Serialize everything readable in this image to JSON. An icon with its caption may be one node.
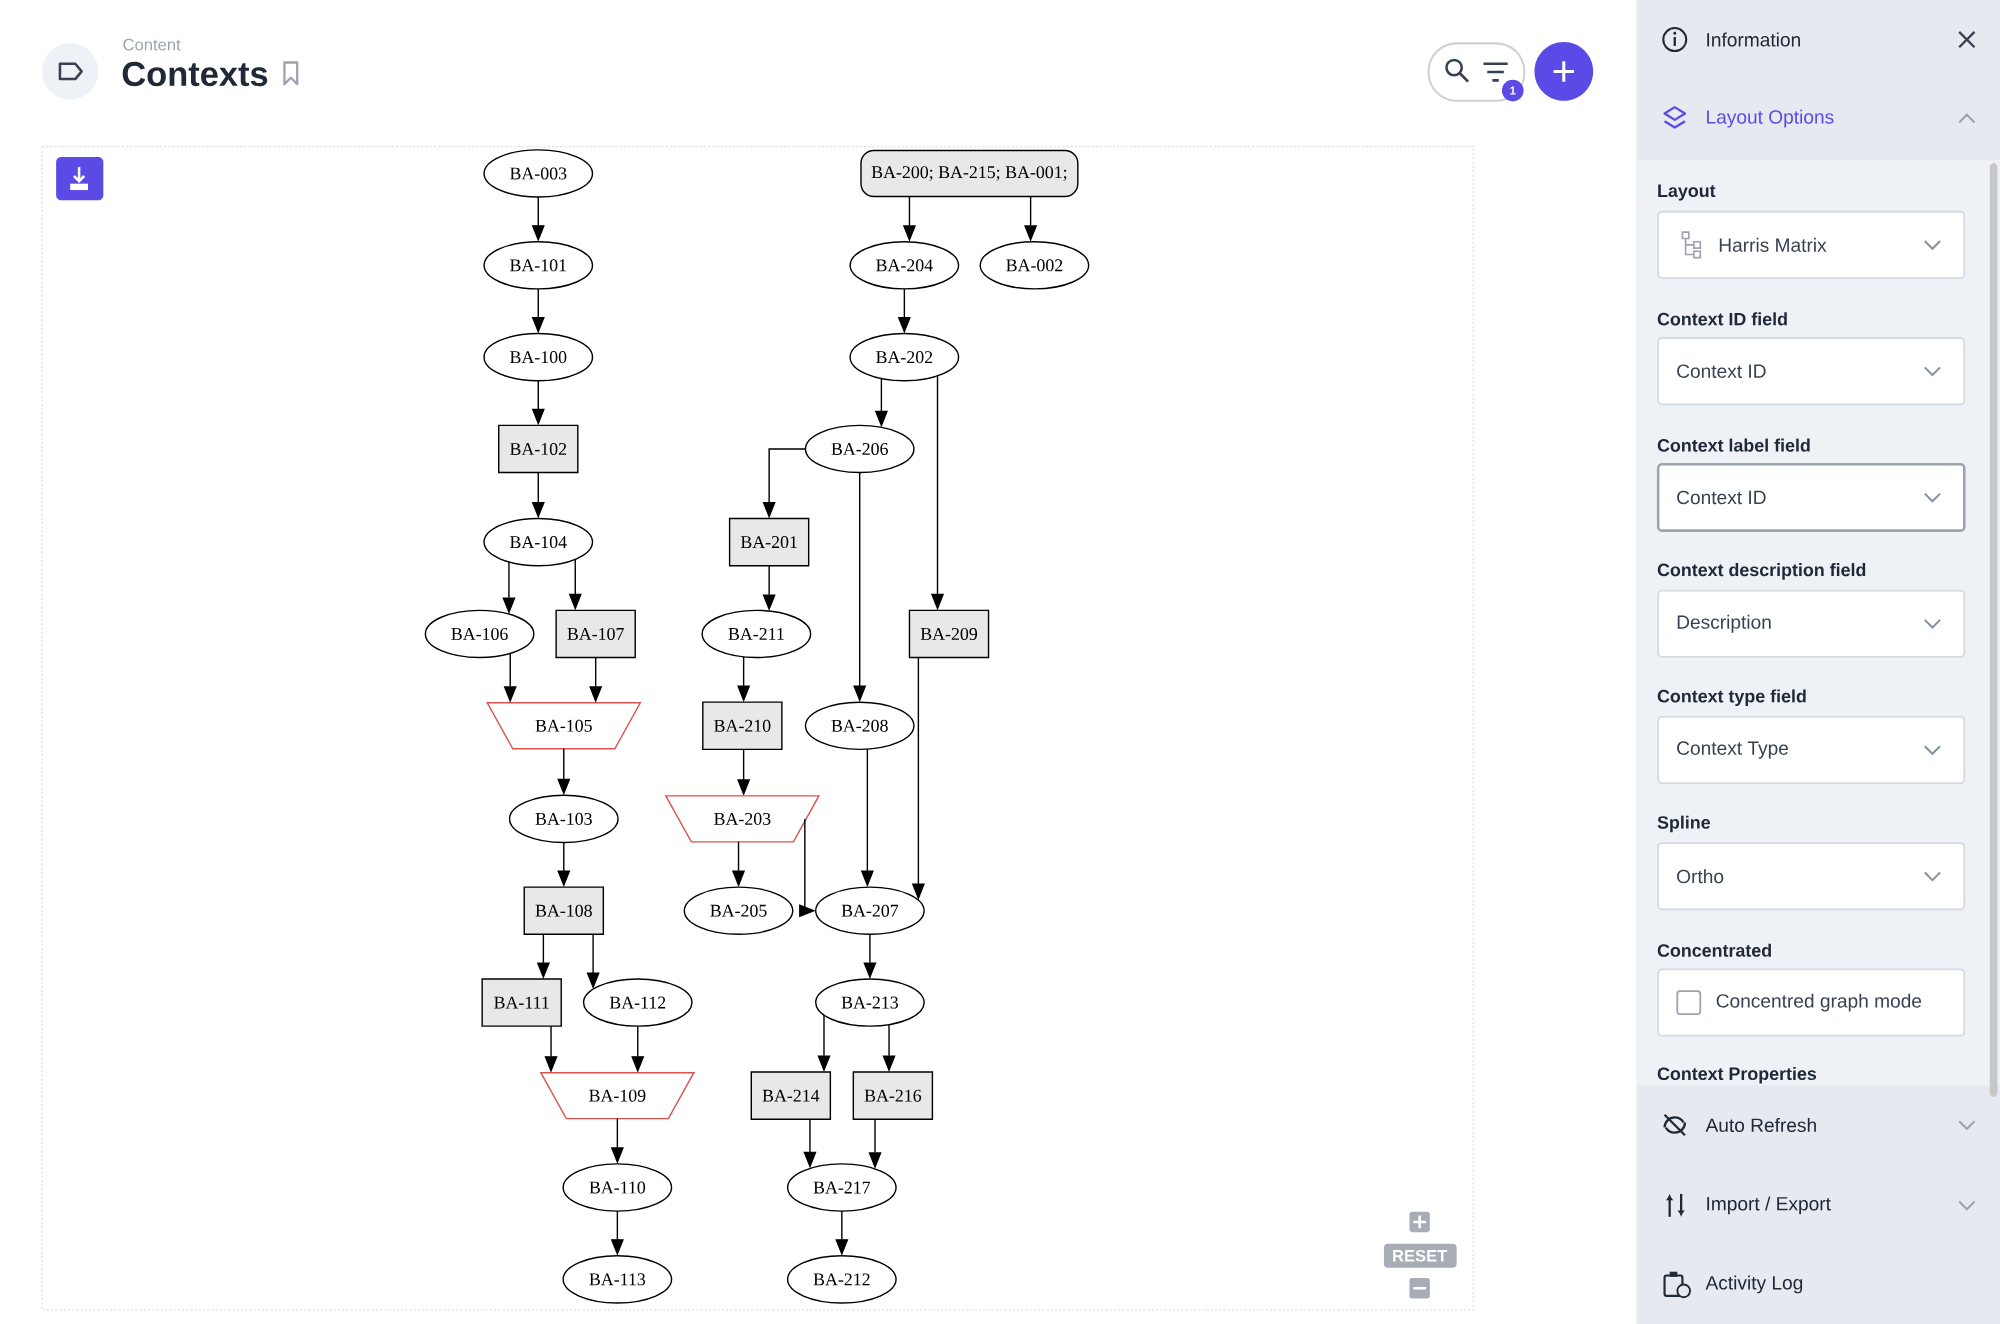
{
  "diagram": {
    "title": "Contexts",
    "nodes": [
      {
        "text": [
          "BA-003"
        ]
      },
      {
        "text": [
          "BA-101"
        ]
      },
      {
        "text": [
          "BA-100"
        ]
      },
      {
        "text": [
          "BA-102"
        ]
      },
      {
        "text": [
          "BA-104"
        ]
      },
      {
        "text": [
          "BA-106"
        ]
      },
      {
        "text": [
          "BA-107"
        ]
      },
      {
        "text": [
          "BA-105"
        ]
      },
      {
        "text": [
          "BA-103"
        ]
      },
      {
        "text": [
          "BA-108"
        ]
      },
      {
        "text": [
          "BA-111"
        ]
      },
      {
        "text": [
          "BA-112"
        ]
      },
      {
        "text": [
          "BA-109"
        ]
      },
      {
        "text": [
          "BA-110"
        ]
      },
      {
        "text": [
          "BA-113"
        ]
      },
      {
        "text": [
          "BA-200; BA-215; BA-001;"
        ]
      },
      {
        "text": [
          "BA-204"
        ]
      },
      {
        "text": [
          "BA-002"
        ]
      },
      {
        "text": [
          "BA-202"
        ]
      },
      {
        "text": [
          "BA-206"
        ]
      },
      {
        "text": [
          "BA-201"
        ]
      },
      {
        "text": [
          "BA-211"
        ]
      },
      {
        "text": [
          "BA-209"
        ]
      },
      {
        "text": [
          "BA-210"
        ]
      },
      {
        "text": [
          "BA-208"
        ]
      },
      {
        "text": [
          "BA-203"
        ]
      },
      {
        "text": [
          "BA-205"
        ]
      },
      {
        "text": [
          "BA-207"
        ]
      },
      {
        "text": [
          "BA-213"
        ]
      },
      {
        "text": [
          "BA-214"
        ]
      },
      {
        "text": [
          "BA-216"
        ]
      },
      {
        "text": [
          "BA-217"
        ]
      },
      {
        "text": [
          "BA-212"
        ]
      }
    ],
    "edges": [
      {
        "from": 0,
        "to": 1,
        "arrow": "to"
      },
      {
        "from": 1,
        "to": 2,
        "arrow": "to"
      },
      {
        "from": 2,
        "to": 3,
        "arrow": "to"
      },
      {
        "from": 3,
        "to": 4,
        "arrow": "to"
      },
      {
        "from": 4,
        "to": 5,
        "arrow": "to"
      },
      {
        "from": 4,
        "to": 6,
        "arrow": "to"
      },
      {
        "from": 5,
        "to": 7,
        "arrow": "to"
      },
      {
        "from": 6,
        "to": 7,
        "arrow": "to"
      },
      {
        "from": 7,
        "to": 8,
        "arrow": "to"
      },
      {
        "from": 8,
        "to": 9,
        "arrow": "to"
      },
      {
        "from": 9,
        "to": 10,
        "arrow": "to"
      },
      {
        "from": 9,
        "to": 11,
        "arrow": "to"
      },
      {
        "from": 10,
        "to": 12,
        "arrow": "to"
      },
      {
        "from": 11,
        "to": 12,
        "arrow": "to"
      },
      {
        "from": 12,
        "to": 13,
        "arrow": "to"
      },
      {
        "from": 13,
        "to": 14,
        "arrow": "to"
      },
      {
        "from": 15,
        "to": 16,
        "arrow": "to"
      },
      {
        "from": 15,
        "to": 17,
        "arrow": "to"
      },
      {
        "from": 16,
        "to": 18,
        "arrow": "to"
      },
      {
        "from": 18,
        "to": 19,
        "arrow": "to"
      },
      {
        "from": 18,
        "to": 22,
        "arrow": "to"
      },
      {
        "from": 19,
        "to": 20,
        "arrow": "to"
      },
      {
        "from": 19,
        "to": 24,
        "arrow": "to"
      },
      {
        "from": 20,
        "to": 21,
        "arrow": "to"
      },
      {
        "from": 21,
        "to": 23,
        "arrow": "to"
      },
      {
        "from": 23,
        "to": 25,
        "arrow": "to"
      },
      {
        "from": 25,
        "to": 26,
        "arrow": "to"
      },
      {
        "from": 25,
        "to": 27,
        "arrow": "to"
      },
      {
        "from": 24,
        "to": 27,
        "arrow": "to"
      },
      {
        "from": 22,
        "to": 27,
        "arrow": "to"
      },
      {
        "from": 27,
        "to": 28,
        "arrow": "to"
      },
      {
        "from": 28,
        "to": 29,
        "arrow": "to"
      },
      {
        "from": 28,
        "to": 30,
        "arrow": "to"
      },
      {
        "from": 29,
        "to": 31,
        "arrow": "to"
      },
      {
        "from": 30,
        "to": 31,
        "arrow": "to"
      },
      {
        "from": 31,
        "to": 32,
        "arrow": "to"
      }
    ],
    "labels": [
      "Content",
      "1",
      "RESET",
      "Information",
      "Layout Options",
      "Layout",
      "Harris Matrix",
      "Context ID field",
      "Context ID",
      "Context label field",
      "Context ID",
      "Context description field",
      "Description",
      "Context type field",
      "Context Type",
      "Spline",
      "Ortho",
      "Concentrated",
      "Concentred graph mode",
      "Context Properties",
      "Auto Refresh",
      "Import / Export",
      "Activity Log"
    ]
  }
}
